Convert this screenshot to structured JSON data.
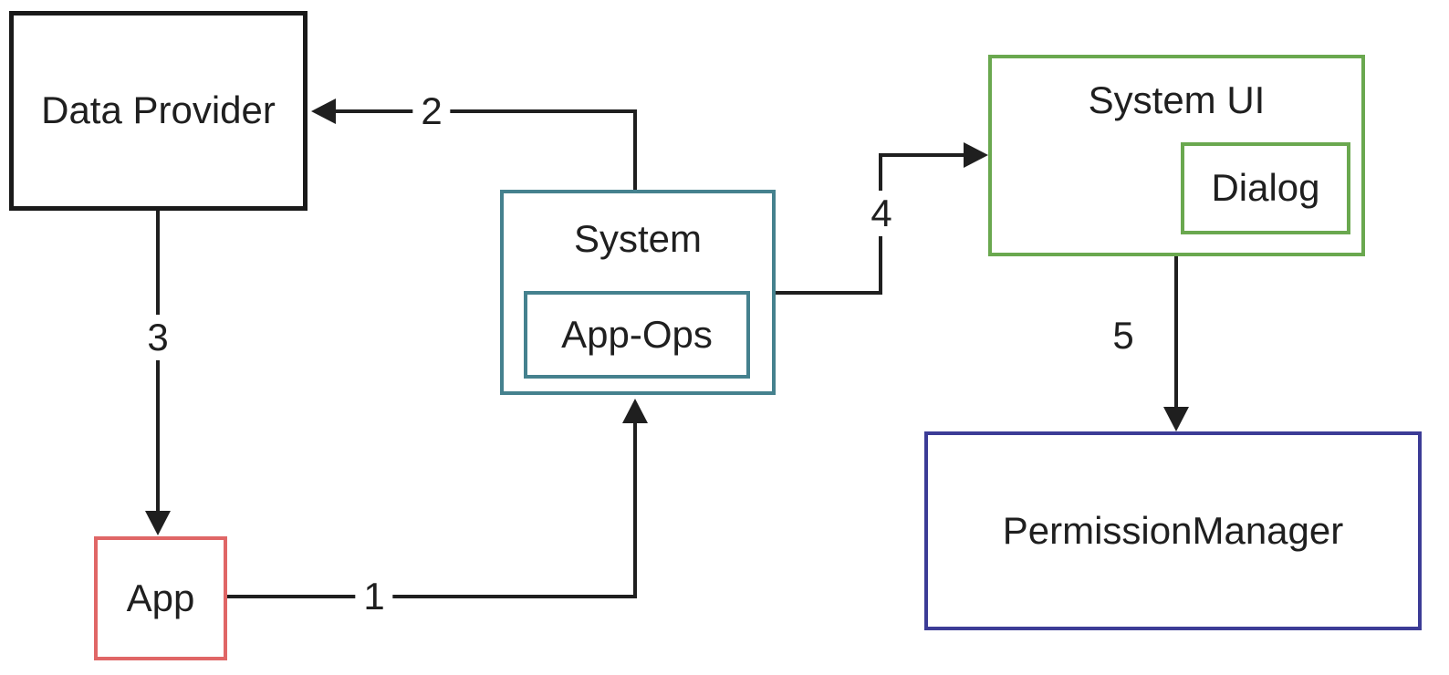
{
  "nodes": {
    "data_provider": {
      "label": "Data Provider",
      "border_color": "#1a1a1a"
    },
    "app": {
      "label": "App",
      "border_color": "#e06666"
    },
    "system": {
      "label": "System",
      "border_color": "#45818e"
    },
    "app_ops": {
      "label": "App-Ops",
      "border_color": "#45818e"
    },
    "system_ui": {
      "label": "System UI",
      "border_color": "#6aa84f"
    },
    "dialog": {
      "label": "Dialog",
      "border_color": "#6aa84f"
    },
    "permission_manager": {
      "label": "PermissionManager",
      "border_color": "#3c3c96"
    }
  },
  "edges": [
    {
      "label": "1",
      "from": "App",
      "to": "System"
    },
    {
      "label": "2",
      "from": "System",
      "to": "Data Provider"
    },
    {
      "label": "3",
      "from": "Data Provider",
      "to": "App"
    },
    {
      "label": "4",
      "from": "System",
      "to": "System UI"
    },
    {
      "label": "5",
      "from": "System UI",
      "to": "PermissionManager"
    }
  ],
  "arrow_color": "#1f1f1f",
  "background_color": "#ffffff"
}
